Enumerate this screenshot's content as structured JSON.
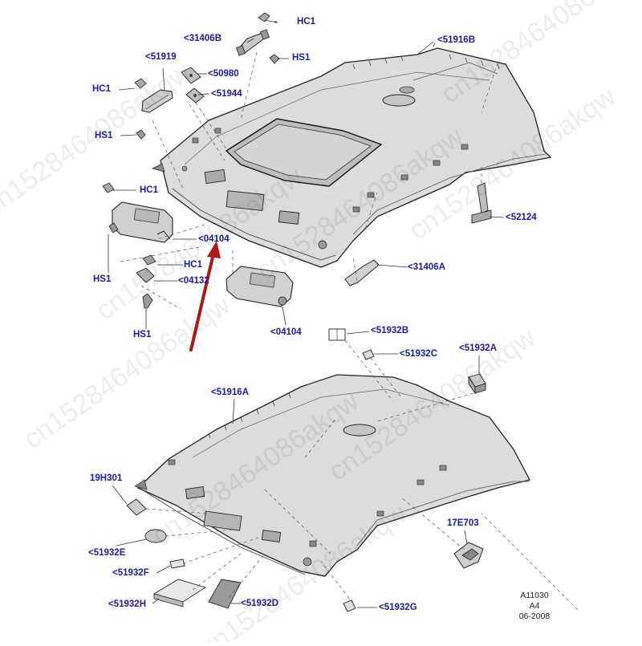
{
  "labels": {
    "hc1_top": "HC1",
    "p31406b": "<31406B",
    "p51916b": "<51916B",
    "p51919": "<51919",
    "hs1_top": "HS1",
    "p50980": "<50980",
    "hc1_left": "HC1",
    "p51944": "<51944",
    "hs1_left": "HS1",
    "hc1_mid": "HC1",
    "p52124": "<52124",
    "p04104_a": "<04104",
    "hc1_low": "HC1",
    "p31406a": "<31406A",
    "hs1_a": "HS1",
    "p04132": "<04132",
    "hs1_b": "HS1",
    "p04104_b": "<04104",
    "p51932b": "<51932B",
    "p51932c": "<51932C",
    "p51932a": "<51932A",
    "p51916a": "<51916A",
    "p19h301": "19H301",
    "p17e703": "17E703",
    "p51932e": "<51932E",
    "p51932f": "<51932F",
    "p51932h": "<51932H",
    "p51932d": "<51932D",
    "p51932g": "<51932G"
  },
  "reference": {
    "code": "A11030",
    "size": "A4",
    "date": "06-2008"
  },
  "colors": {
    "label": "#1a1aa6",
    "line": "#222222",
    "panel_fill": "#dedede",
    "shade": "#9a9a9a",
    "arrow": "#b01818"
  },
  "watermark": "cn1528464086akqw"
}
